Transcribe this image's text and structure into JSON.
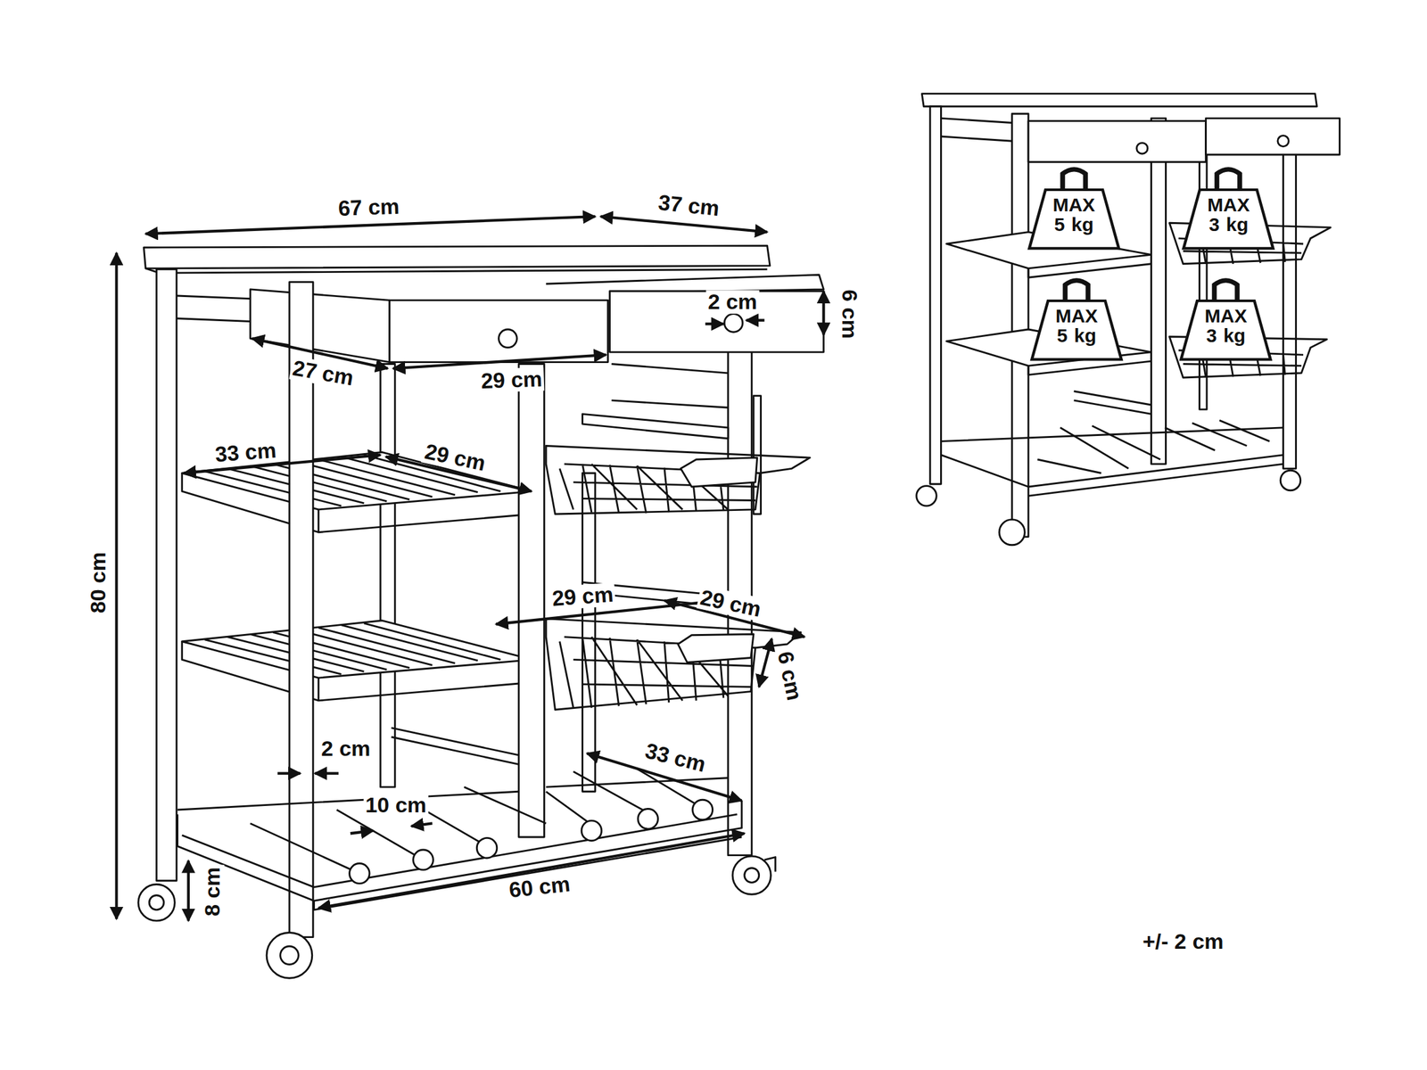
{
  "diagram": {
    "nodes": [
      {
        "text": [
          "MAX 5 kg"
        ]
      },
      {
        "text": [
          "MAX 3 kg"
        ]
      },
      {
        "text": [
          "MAX 5 kg"
        ]
      },
      {
        "text": [
          "MAX 3 kg"
        ]
      }
    ],
    "labels": [
      "67 cm",
      "37 cm",
      "2 cm",
      "6 cm",
      "27 cm",
      "29 cm",
      "33 cm",
      "29 cm",
      "80 cm",
      "29 cm",
      "29 cm",
      "6 cm",
      "2 cm",
      "33 cm",
      "10 cm",
      "8 cm",
      "60 cm",
      "+/- 2 cm"
    ]
  }
}
